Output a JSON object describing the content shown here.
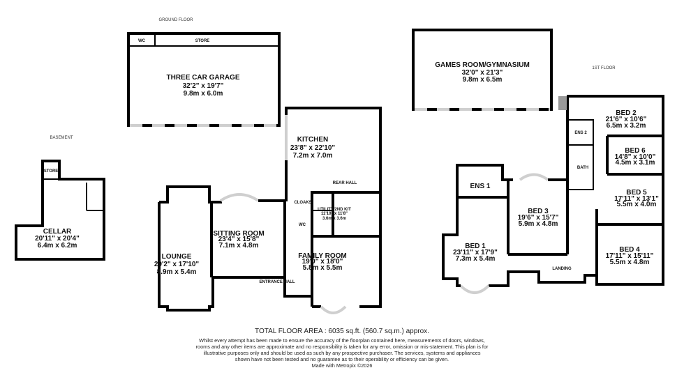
{
  "floors": {
    "ground": "GROUND FLOOR",
    "first": "1ST FLOOR",
    "basement": "BASEMENT"
  },
  "rooms": {
    "garage": {
      "name": "THREE CAR GARAGE",
      "imperial": "32'2\"  x 19'7\"",
      "metric": "9.8m  x 6.0m"
    },
    "garage_wc": {
      "name": "WC"
    },
    "garage_store": {
      "name": "STORE"
    },
    "games": {
      "name": "GAMES ROOM/GYMNASIUM",
      "imperial": "32'0\"  x 21'3\"",
      "metric": "9.8m  x 6.5m"
    },
    "cellar": {
      "name": "CELLAR",
      "imperial": "20'11\"  x 20'4\"",
      "metric": "6.4m  x 6.2m"
    },
    "cellar_store": {
      "name": "STORE"
    },
    "kitchen": {
      "name": "KITCHEN",
      "imperial": "23'8\"  x 22'10\"",
      "metric": "7.2m  x 7.0m"
    },
    "rear_hall": {
      "name": "REAR HALL"
    },
    "cloaks": {
      "name": "CLOAKS"
    },
    "wc": {
      "name": "WC"
    },
    "utility": {
      "name": "UTILITY/2ND KIT",
      "imperial": "11'10\"  x 11'8\"",
      "metric": "3.6m  x 3.6m"
    },
    "family": {
      "name": "FAMILY ROOM",
      "imperial": "19'0\"  x 18'0\"",
      "metric": "5.8m  x 5.5m"
    },
    "entrance": {
      "name": "ENTRANCE HALL"
    },
    "sitting": {
      "name": "SITTING ROOM",
      "imperial": "23'4\"  x 15'8\"",
      "metric": "7.1m  x 4.8m"
    },
    "lounge": {
      "name": "LOUNGE",
      "imperial": "29'2\"  x 17'10\"",
      "metric": "8.9m  x 5.4m"
    },
    "bed1": {
      "name": "BED 1",
      "imperial": "23'11\"  x 17'9\"",
      "metric": "7.3m  x 5.4m"
    },
    "ens1": {
      "name": "ENS 1"
    },
    "bed2": {
      "name": "BED 2",
      "imperial": "21'6\"  x 10'6\"",
      "metric": "6.5m  x 3.2m"
    },
    "ens2": {
      "name": "ENS 2"
    },
    "bath": {
      "name": "BATH"
    },
    "bed3": {
      "name": "BED 3",
      "imperial": "19'6\"  x 15'7\"",
      "metric": "5.9m  x 4.8m"
    },
    "bed4": {
      "name": "BED 4",
      "imperial": "17'11\"  x 15'11\"",
      "metric": "5.5m  x 4.8m"
    },
    "bed5": {
      "name": "BED 5",
      "imperial": "17'11\"  x 13'1\"",
      "metric": "5.5m  x 4.0m"
    },
    "bed6": {
      "name": "BED 6",
      "imperial": "14'8\"  x 10'0\"",
      "metric": "4.5m  x 3.1m"
    },
    "landing": {
      "name": "LANDING"
    }
  },
  "footer": {
    "total": "TOTAL FLOOR AREA : 6035 sq.ft. (560.7 sq.m.) approx.",
    "disclaimer": "Whilst every attempt has been made to ensure the accuracy of the floorplan contained here, measurements of doors, windows, rooms and any other items are approximate and no responsibility is taken for any error, omission or mis-statement. This plan is for illustrative purposes only and should be used as such by any prospective purchaser. The services, systems and appliances shown have not been tested and no guarantee as to their operability or efficiency can be given.",
    "credit": "Made with Metropix ©2026"
  }
}
